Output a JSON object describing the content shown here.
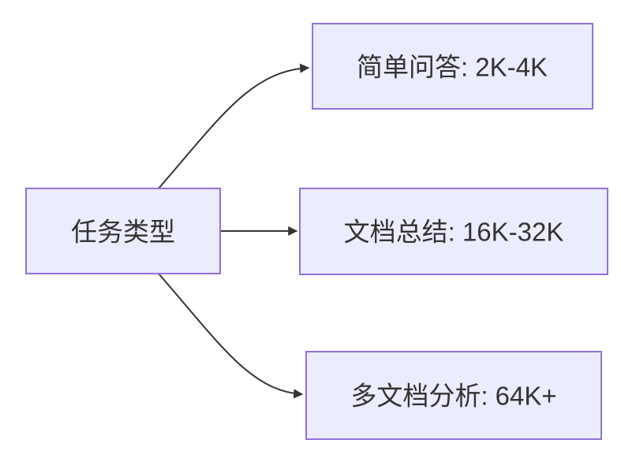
{
  "diagram": {
    "type": "flowchart",
    "direction": "LR",
    "nodes": {
      "root": {
        "label": "任务类型"
      },
      "simple_qa": {
        "label": "简单问答: 2K-4K"
      },
      "doc_summary": {
        "label": "文档总结: 16K-32K"
      },
      "multi_doc": {
        "label": "多文档分析: 64K+"
      }
    },
    "edges": [
      {
        "from": "root",
        "to": "simple_qa"
      },
      {
        "from": "root",
        "to": "doc_summary"
      },
      {
        "from": "root",
        "to": "multi_doc"
      }
    ]
  },
  "colors": {
    "background": "#FFFFFF",
    "node_fill": "#ECECFF",
    "node_border": "#9370DB",
    "edge_stroke": "#333333",
    "arrowhead": "#333333",
    "text": "#333333"
  }
}
